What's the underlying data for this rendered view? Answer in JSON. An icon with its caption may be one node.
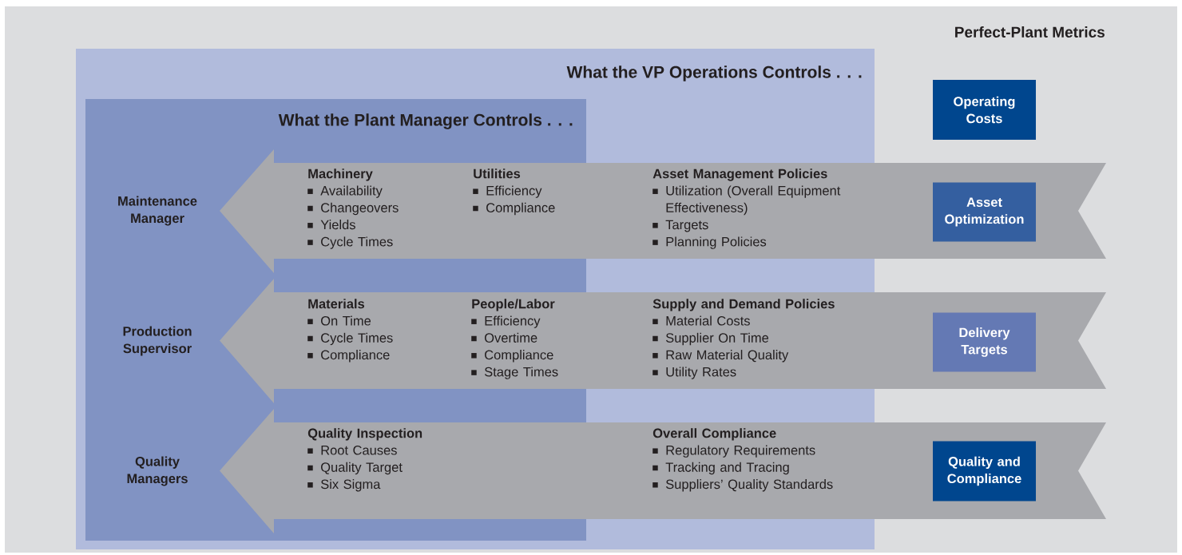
{
  "diagram": {
    "title": "Perfect-Plant Metrics",
    "nodes": [
      {
        "text": [
          "What the VP Operations Controls . . ."
        ]
      },
      {
        "text": [
          "What the Plant Manager Controls . . ."
        ],
        "in": 0
      },
      {
        "text": [
          "Operating Costs"
        ]
      },
      {
        "text": [
          "Machinery",
          "Availability",
          "Changeovers",
          "Yields",
          "Cycle Times",
          "Utilities",
          "Efficiency",
          "Compliance",
          "Asset Management Policies",
          "Utilization (Overall Equipment Effectiveness)",
          "Targets",
          "Planning Policies"
        ]
      },
      {
        "text": [
          "Asset Optimization"
        ],
        "in": 3
      },
      {
        "text": [
          "Materials",
          "On Time",
          "Cycle Times",
          "Compliance",
          "People/Labor",
          "Efficiency",
          "Overtime",
          "Compliance",
          "Stage Times",
          "Supply and Demand Policies",
          "Material Costs",
          "Supplier On Time",
          "Raw Material Quality",
          "Utility Rates"
        ]
      },
      {
        "text": [
          "Delivery Targets"
        ],
        "in": 5
      },
      {
        "text": [
          "Quality Inspection",
          "Root Causes",
          "Quality Target",
          "Six Sigma",
          "Overall Compliance",
          "Regulatory Requirements",
          "Tracking and Tracing",
          "Suppliers’ Quality Standards"
        ]
      },
      {
        "text": [
          "Quality and Compliance"
        ],
        "in": 7
      }
    ],
    "labels": [
      "Maintenance Manager",
      "Production Supervisor",
      "Quality Managers"
    ]
  }
}
